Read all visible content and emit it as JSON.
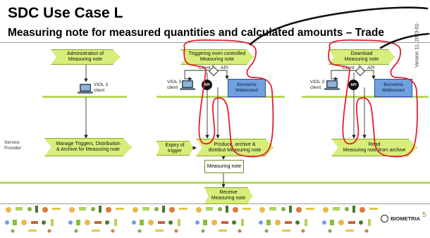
{
  "slide": {
    "title": "SDC Use Case L",
    "subtitle": "Measuring note for measured quantities and calculated amounts – Trade",
    "version": "Version 11, 2023-01-",
    "page_number": "5",
    "logo_text": "BIOMETRIA"
  },
  "swimlanes": {
    "service_provider_label": "Service\nProvider"
  },
  "diagram": {
    "admin_chevron": "Administration of\nMeasuring note",
    "viol3_client_1": "VIOL 3\nclient",
    "manage_chevron": "Manage Triggers, Distribution\n& Archive for Measuring note",
    "trigger_chevron": "Triggering even controlled\nMeasuring note",
    "client_label_1": "Client",
    "api_label_1": "API",
    "viol3_client_2": "VIOL 3\nclient",
    "api_badge_1": "API",
    "biometria_box_1": "Biometria\nMätbesked",
    "expiry_chevron": "Expiry of trigger",
    "produce_chevron": "Produce, archive &\ndistribut Measuring note",
    "measuring_note_box": "Measuring note",
    "receive_chevron": "Receive\nMeasuring note",
    "download_chevron": "Download\nMeasuring note",
    "client_label_2": "Client",
    "api_label_2": "API",
    "viol3_client_3": "VIOL 3\nclient",
    "api_badge_2": "API",
    "biometria_box_2": "Biometria\nMätbesked",
    "read_chevron": "Read\nMeasuring note from archive"
  }
}
